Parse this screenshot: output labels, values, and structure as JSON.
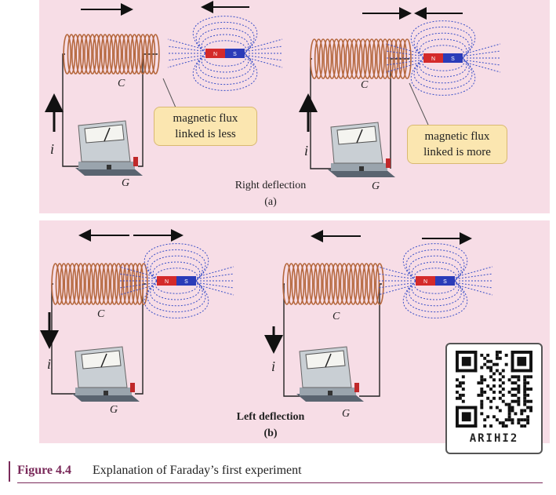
{
  "colors": {
    "panel_bg": "#f7dde6",
    "coil": "#b5673d",
    "field": "#3a4fc7",
    "magnet_north": "#d42a2a",
    "magnet_south": "#2a3bb8",
    "callout_bg": "#fbe6b0",
    "caption": "#7a2a5a"
  },
  "panel_a": {
    "caption": "Right deflection",
    "sublabel": "(a)",
    "left": {
      "coil_label": "C",
      "galvanometer_label": "G",
      "current_label": "i",
      "callout": [
        "magnetic flux",
        "linked is less"
      ],
      "magnet_n": "N",
      "magnet_s": "S"
    },
    "right": {
      "coil_label": "C",
      "galvanometer_label": "G",
      "current_label": "i",
      "callout": [
        "magnetic flux",
        "linked is more"
      ],
      "magnet_n": "N",
      "magnet_s": "S"
    }
  },
  "panel_b": {
    "caption": "Left deflection",
    "sublabel": "(b)",
    "left": {
      "coil_label": "C",
      "galvanometer_label": "G",
      "current_label": "i",
      "magnet_n": "N",
      "magnet_s": "S"
    },
    "right": {
      "coil_label": "C",
      "galvanometer_label": "G",
      "current_label": "i",
      "magnet_n": "N",
      "magnet_s": "S"
    }
  },
  "qr": {
    "code_text": "ARIHI2"
  },
  "figure": {
    "number": "Figure 4.4",
    "title": "Explanation of Faraday’s first experiment"
  }
}
